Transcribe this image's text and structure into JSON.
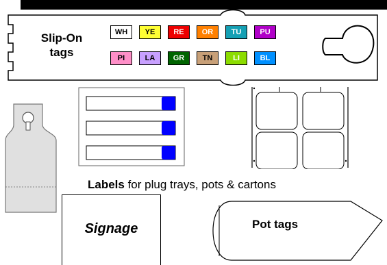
{
  "slip_on": {
    "title_line1": "Slip-On",
    "title_line2": "tags",
    "chips": [
      {
        "code": "WH",
        "bg": "#ffffff",
        "fg": "#000000"
      },
      {
        "code": "YE",
        "bg": "#ffff33",
        "fg": "#000000"
      },
      {
        "code": "RE",
        "bg": "#ee0000",
        "fg": "#ffffff"
      },
      {
        "code": "OR",
        "bg": "#ff8000",
        "fg": "#ffffff"
      },
      {
        "code": "TU",
        "bg": "#14a0b4",
        "fg": "#ffffff"
      },
      {
        "code": "PU",
        "bg": "#b000c8",
        "fg": "#ffffff"
      },
      {
        "code": "PI",
        "bg": "#ff8fc8",
        "fg": "#000000"
      },
      {
        "code": "LA",
        "bg": "#c8a0ff",
        "fg": "#000000"
      },
      {
        "code": "GR",
        "bg": "#006400",
        "fg": "#ffffff"
      },
      {
        "code": "TN",
        "bg": "#c8a078",
        "fg": "#000000"
      },
      {
        "code": "LI",
        "bg": "#8cdc00",
        "fg": "#ffffff"
      },
      {
        "code": "BL",
        "bg": "#0090ff",
        "fg": "#ffffff"
      }
    ]
  },
  "labels_caption": {
    "bold": "Labels",
    "rest": " for plug trays, pots & cartons"
  },
  "signage": {
    "label": "Signage"
  },
  "pot_tags": {
    "label": "Pot tags"
  },
  "colors": {
    "label_accent": "#0000ff",
    "hang_tag_fill": "#e0e0e0",
    "outline": "#000000"
  }
}
